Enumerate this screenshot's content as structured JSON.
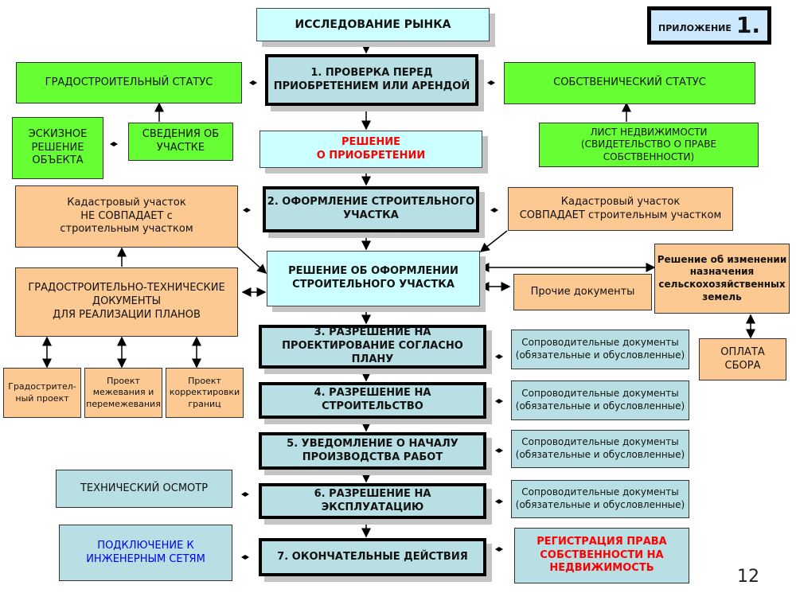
{
  "appendix": {
    "label": "ПРИЛОЖЕНИЕ",
    "number": "1."
  },
  "page_number": "12",
  "colors": {
    "cyan": "#ccffff",
    "steel": "#b8dfe3",
    "green": "#66ff33",
    "orange": "#fcc993",
    "red_text": "#ff0000",
    "blue_text": "#0000ee"
  },
  "main_flow": {
    "market_research": "ИССЛЕДОВАНИЕ РЫНКА",
    "step1": "1. ПРОВЕРКА ПЕРЕД\nПРИОБРЕТЕНИЕМ ИЛИ АРЕНДОЙ",
    "purchase_decision": "РЕШЕНИЕ\nО ПРИОБРЕТЕНИИ",
    "step2": "2. ОФОРМЛЕНИЕ СТРОИТЕЛЬНОГО\nУЧАСТКА",
    "plot_decision": "РЕШЕНИЕ ОБ ОФОРМЛЕНИИ\nСТРОИТЕЛЬНОГО УЧАСТКА",
    "step3": "3. РАЗРЕШЕНИЕ НА\nПРОЕКТИРОВАНИЕ СОГЛАСНО ПЛАНУ",
    "step4": "4. РАЗРЕШЕНИЕ НА\nСТРОИТЕЛЬСТВО",
    "step5": "5. УВЕДОМЛЕНИЕ О НАЧАЛУ\nПРОИЗВОДСТВА РАБОТ",
    "step6": "6. РАЗРЕШЕНИЕ НА ЭКСПЛУАТАЦИЮ",
    "step7": "7. ОКОНЧАТЕЛЬНЫЕ ДЕЙСТВИЯ"
  },
  "left": {
    "urban_status": "ГРАДОСТРОИТЕЛЬНЫЙ СТАТУС",
    "sketch": "ЭСКИЗНОЕ\nРЕШЕНИЕ\nОБЪЕКТА",
    "plot_info": "СВЕДЕНИЯ ОБ\nУЧАСТКЕ",
    "cadastral_mismatch": "Кадастровый участок\nНЕ СОВПАДАЕТ с\nстроительным участком",
    "tech_docs": "ГРАДОСТРОИТЕЛЬНО-ТЕХНИЧЕСКИЕ\nДОКУМЕНТЫ\nДЛЯ РЕАЛИЗАЦИИ ПЛАНОВ",
    "urban_project": "Градострител-\nный проект",
    "survey_project": "Проект\nмежевания и\nперемежевания",
    "border_project": "Проект\nкорректировки\nграниц",
    "tech_inspection": "ТЕХНИЧЕСКИЙ ОСМОТР",
    "utilities": "ПОДКЛЮЧЕНИЕ К\nИНЖЕНЕРНЫМ СЕТЯМ"
  },
  "right": {
    "ownership_status": "СОБСТВЕНИЧЕСКИЙ СТАТУС",
    "property_sheet": "ЛИСТ НЕДВИЖИМОСТИ\n(СВИДЕТЕЛЬСТВО О ПРАВЕ\nСОБСТВЕННОСТИ)",
    "cadastral_match": "Кадастровый участок\nСОВПАДАЕТ строительным участком",
    "other_docs": "Прочие документы",
    "land_change": "Решение об изменении\nназначения\nсельскохозяйственных\nземель",
    "fee": "ОПЛАТА\nСБОРА",
    "accompanying": [
      "Сопроводительные документы\n(обязательные и обусловленные)",
      "Сопроводительные документы\n(обязательные и обусловленные)",
      "Сопроводительные документы\n(обязательные и обусловленные)",
      "Сопроводительные документы\n(обязательные и обусловленные)"
    ],
    "registration": "РЕГИСТРАЦИЯ ПРАВА\nСОБСТВЕННОСТИ НА\nНЕДВИЖИМОСТЬ"
  }
}
